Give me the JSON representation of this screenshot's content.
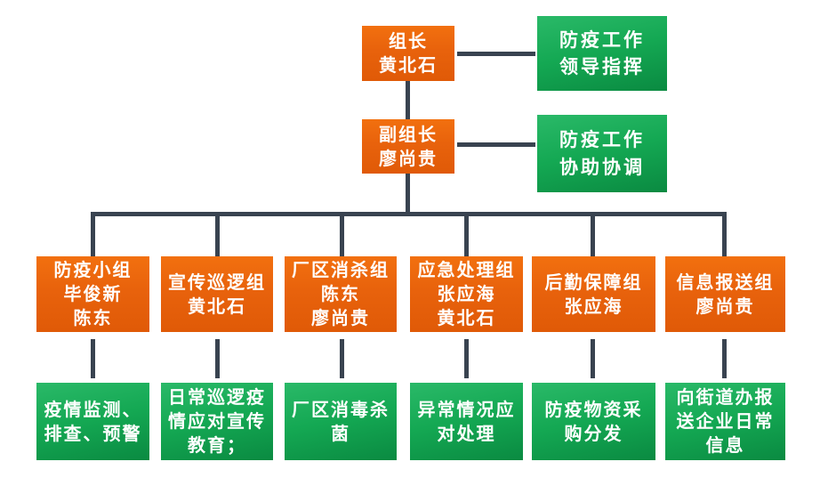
{
  "diagram": {
    "type": "org-chart",
    "colors": {
      "orange": "#e8620c",
      "green_top": "#2ab968",
      "green_bottom": "#0a8a41",
      "line": "#394350",
      "text": "#ffffff",
      "background": "#ffffff"
    },
    "nodes": {
      "leader": {
        "text": "组长\n黄北石"
      },
      "leader_role": {
        "text": "防疫工作\n领导指挥"
      },
      "deputy": {
        "text": "副组长\n廖尚贵"
      },
      "deputy_role": {
        "text": "防疫工作\n协助协调"
      },
      "teams": [
        {
          "name": "防疫小组\n毕俊新\n陈东",
          "duty": "疫情监测、\n排查、预警"
        },
        {
          "name": "宣传巡逻组\n黄北石",
          "duty": "日常巡逻疫\n情应对宣传\n教育；"
        },
        {
          "name": "厂区消杀组\n陈东\n廖尚贵",
          "duty": "厂区消毒杀\n菌"
        },
        {
          "name": "应急处理组\n张应海\n黄北石",
          "duty": "异常情况应\n对处理"
        },
        {
          "name": "后勤保障组\n张应海",
          "duty": "防疫物资采\n购分发"
        },
        {
          "name": "信息报送组\n廖尚贵",
          "duty": "向街道办报\n送企业日常\n信息"
        }
      ]
    }
  }
}
